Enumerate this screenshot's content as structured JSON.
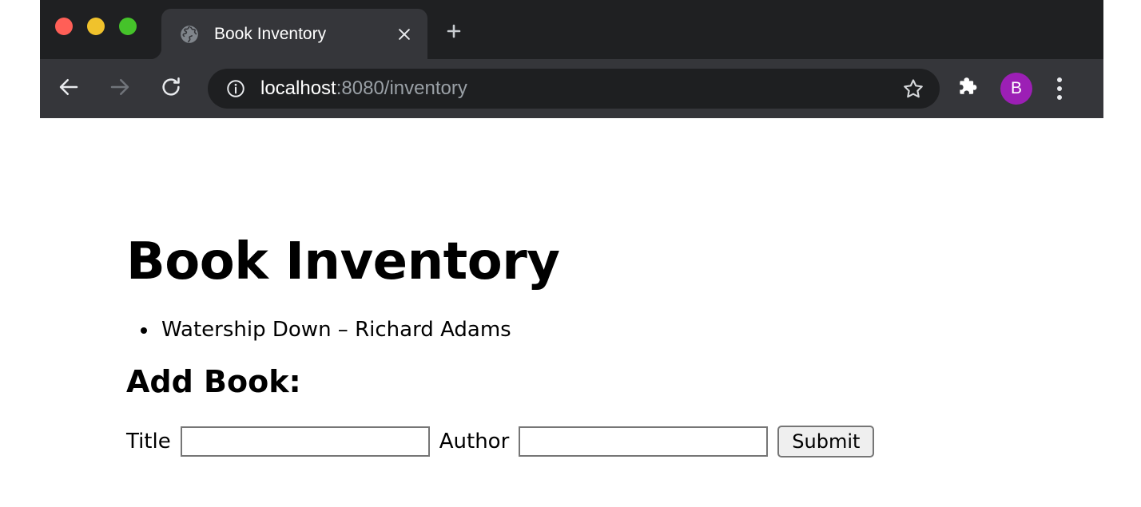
{
  "browser": {
    "window_controls": [
      {
        "name": "close-window-button",
        "color": "#ff5f57"
      },
      {
        "name": "minimize-window-button",
        "color": "#f0c22c"
      },
      {
        "name": "maximize-window-button",
        "color": "#45c32a"
      }
    ],
    "tab": {
      "title": "Book Inventory",
      "favicon": "globe-icon",
      "close_icon": "close-icon"
    },
    "new_tab_icon": "plus-icon",
    "nav": {
      "back_icon": "arrow-left-icon",
      "forward_icon": "arrow-right-icon",
      "reload_icon": "reload-icon"
    },
    "omnibox": {
      "info_icon": "info-circle-icon",
      "host": "localhost",
      "path": ":8080/inventory",
      "bookmark_icon": "star-icon"
    },
    "toolbar": {
      "extensions_icon": "puzzle-piece-icon",
      "avatar_initial": "B",
      "avatar_color": "#9c1fb5",
      "menu_icon": "three-dots-vertical-icon"
    }
  },
  "page": {
    "title": "Book Inventory",
    "books": [
      "Watership Down – Richard Adams"
    ],
    "form": {
      "heading": "Add Book:",
      "title_label": "Title",
      "title_value": "",
      "author_label": "Author",
      "author_value": "",
      "submit_label": "Submit"
    }
  }
}
